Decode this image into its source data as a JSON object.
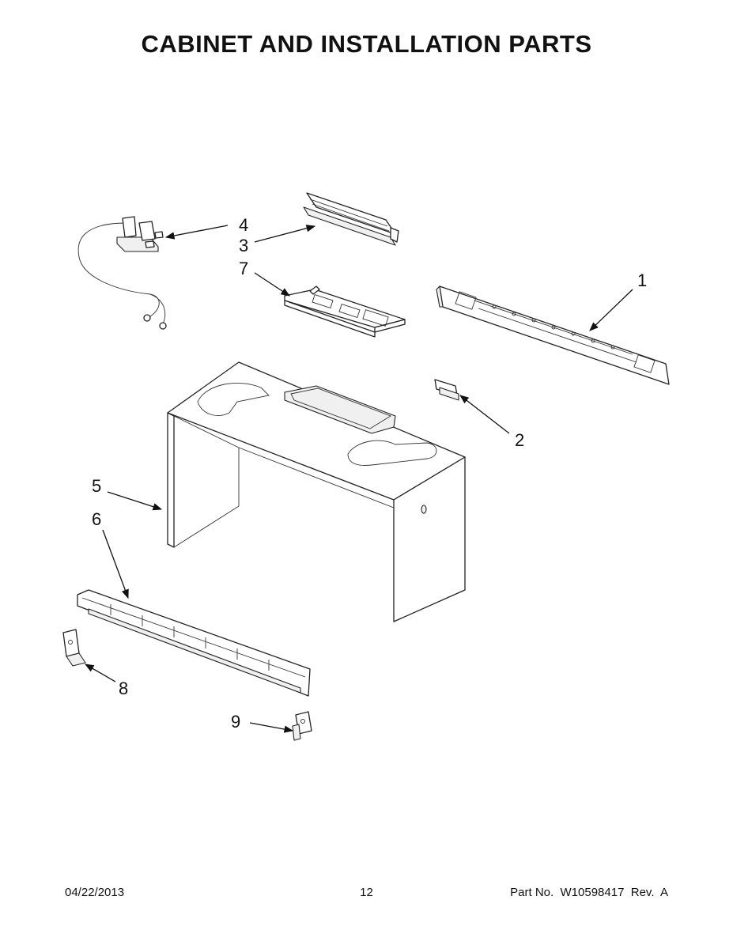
{
  "title": "CABINET AND INSTALLATION PARTS",
  "callouts": [
    {
      "id": "1",
      "label": "1"
    },
    {
      "id": "2",
      "label": "2"
    },
    {
      "id": "3",
      "label": "3"
    },
    {
      "id": "4",
      "label": "4"
    },
    {
      "id": "5",
      "label": "5"
    },
    {
      "id": "6",
      "label": "6"
    },
    {
      "id": "7",
      "label": "7"
    },
    {
      "id": "8",
      "label": "8"
    },
    {
      "id": "9",
      "label": "9"
    }
  ],
  "footer": {
    "date": "04/22/2013",
    "page": "12",
    "part": "Part No.  W10598417  Rev.  A"
  }
}
